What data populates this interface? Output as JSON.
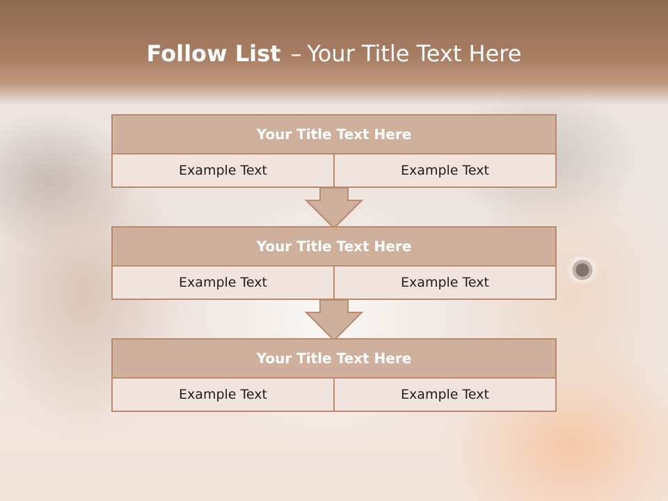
{
  "title": {
    "strong": "Follow List",
    "dash": "–",
    "light": "Your Title Text Here"
  },
  "steps": [
    {
      "title": "Your Title Text Here",
      "left": "Example Text",
      "right": "Example Text"
    },
    {
      "title": "Your Title Text Here",
      "left": "Example Text",
      "right": "Example Text"
    },
    {
      "title": "Your Title Text Here",
      "left": "Example Text",
      "right": "Example Text"
    }
  ],
  "colors": {
    "header": "#a87e64",
    "box_title": "#cfb09c",
    "border": "#b98a6e",
    "cell": "#f1e4df"
  }
}
